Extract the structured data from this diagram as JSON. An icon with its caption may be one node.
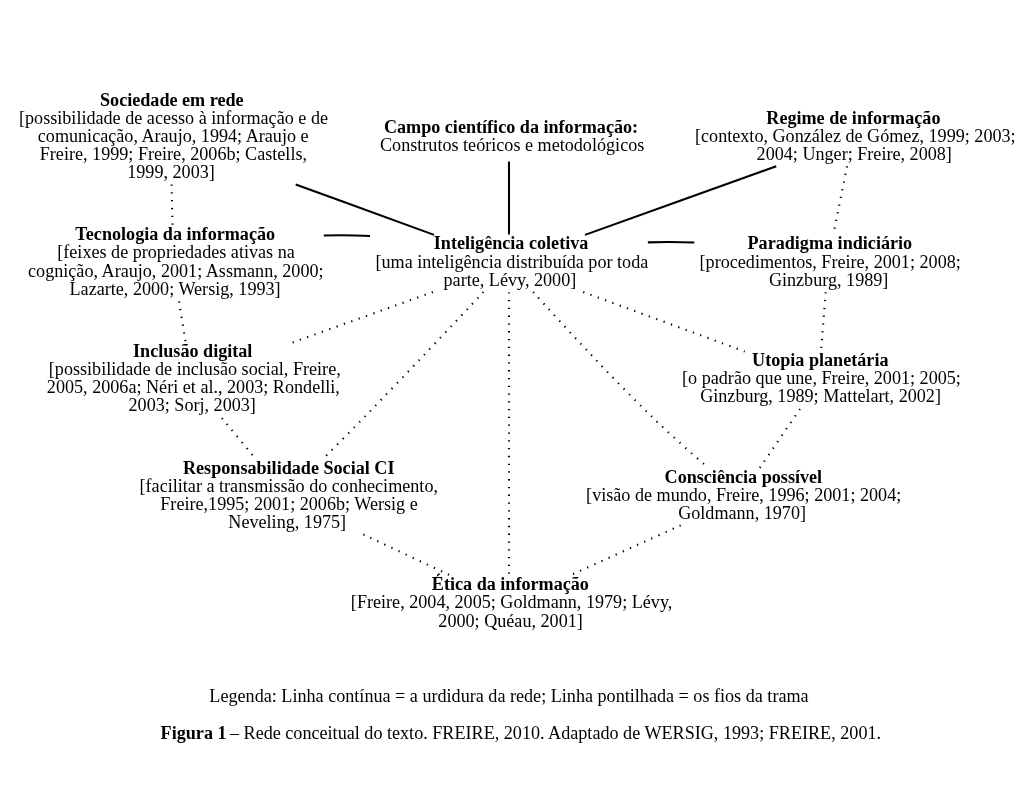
{
  "diagram": {
    "caption": "**Figura 1** – Rede conceitual do texto. FREIRE, 2010. Adaptado de WERSIG, 1993; FREIRE, 2001.",
    "nodes": [
      {
        "text": [
          "Campo científico da informação:",
          "Construtos teóricos e metodológicos"
        ]
      },
      {
        "text": [
          "Sociedade em rede",
          "[possibilidade de acesso à informação e de comunicação, Araujo, 1994; Araujo e Freire, 1999; Freire, 2006b; Castells, 1999, 2003]"
        ]
      },
      {
        "text": [
          "Regime de informação",
          "[contexto, González de Gómez, 1999; 2003; 2004; Unger; Freire, 2008]"
        ]
      },
      {
        "text": [
          "Tecnologia da informação",
          "[feixes de propriedades ativas na cognição, Araujo, 2001; Assmann, 2000; Lazarte, 2000; Wersig, 1993]"
        ]
      },
      {
        "text": [
          "Inteligência coletiva",
          "[uma inteligência distribuída por toda parte, Lévy, 2000]"
        ]
      },
      {
        "text": [
          "Paradigma indiciário",
          "[procedimentos, Freire, 2001; 2008; Ginzburg, 1989]"
        ]
      },
      {
        "text": [
          "Inclusão digital",
          "[possibilidade de inclusão social, Freire, 2005, 2006a; Néri et al., 2003; Rondelli, 2003; Sorj, 2003]"
        ]
      },
      {
        "text": [
          "Utopia planetária",
          "[o padrão que une, Freire, 2001; 2005; Ginzburg, 1989; Mattelart, 2002]"
        ]
      },
      {
        "text": [
          "Responsabilidade Social CI",
          "[facilitar a transmissão do conhecimento, Freire,1995; 2001; 2006b; Wersig e Neveling, 1975]"
        ]
      },
      {
        "text": [
          "Consciência possível",
          "[visão de mundo, Freire, 1996; 2001; 2004; Goldmann, 1970]"
        ]
      },
      {
        "text": [
          "Ética da informação",
          "[Freire, 2004, 2005; Goldmann, 1979; Lévy, 2000; Quéau, 2001]"
        ]
      }
    ],
    "edges": [
      {
        "from": 0,
        "to": 4,
        "arrow": "none"
      },
      {
        "from": 1,
        "to": 4,
        "arrow": "none"
      },
      {
        "from": 2,
        "to": 4,
        "arrow": "none"
      },
      {
        "from": 3,
        "to": 4,
        "arrow": "none"
      },
      {
        "from": 5,
        "to": 4,
        "arrow": "none"
      },
      {
        "from": 1,
        "to": 3,
        "arrow": "none",
        "style": "dashed"
      },
      {
        "from": 3,
        "to": 6,
        "arrow": "none",
        "style": "dashed"
      },
      {
        "from": 6,
        "to": 8,
        "arrow": "none",
        "style": "dashed"
      },
      {
        "from": 2,
        "to": 5,
        "arrow": "none",
        "style": "dashed"
      },
      {
        "from": 5,
        "to": 7,
        "arrow": "none",
        "style": "dashed"
      },
      {
        "from": 7,
        "to": 9,
        "arrow": "none",
        "style": "dashed"
      },
      {
        "from": 4,
        "to": 6,
        "arrow": "none",
        "style": "dashed"
      },
      {
        "from": 4,
        "to": 8,
        "arrow": "none",
        "style": "dashed"
      },
      {
        "from": 4,
        "to": 10,
        "arrow": "none",
        "style": "dashed"
      },
      {
        "from": 4,
        "to": 9,
        "arrow": "none",
        "style": "dashed"
      },
      {
        "from": 4,
        "to": 7,
        "arrow": "none",
        "style": "dashed"
      },
      {
        "from": 8,
        "to": 10,
        "arrow": "none",
        "style": "dashed"
      },
      {
        "from": 9,
        "to": 10,
        "arrow": "none",
        "style": "dashed"
      }
    ],
    "labels": [
      "Legenda: Linha contínua = a urdidura da rede; Linha pontilhada = os fios da trama"
    ]
  }
}
